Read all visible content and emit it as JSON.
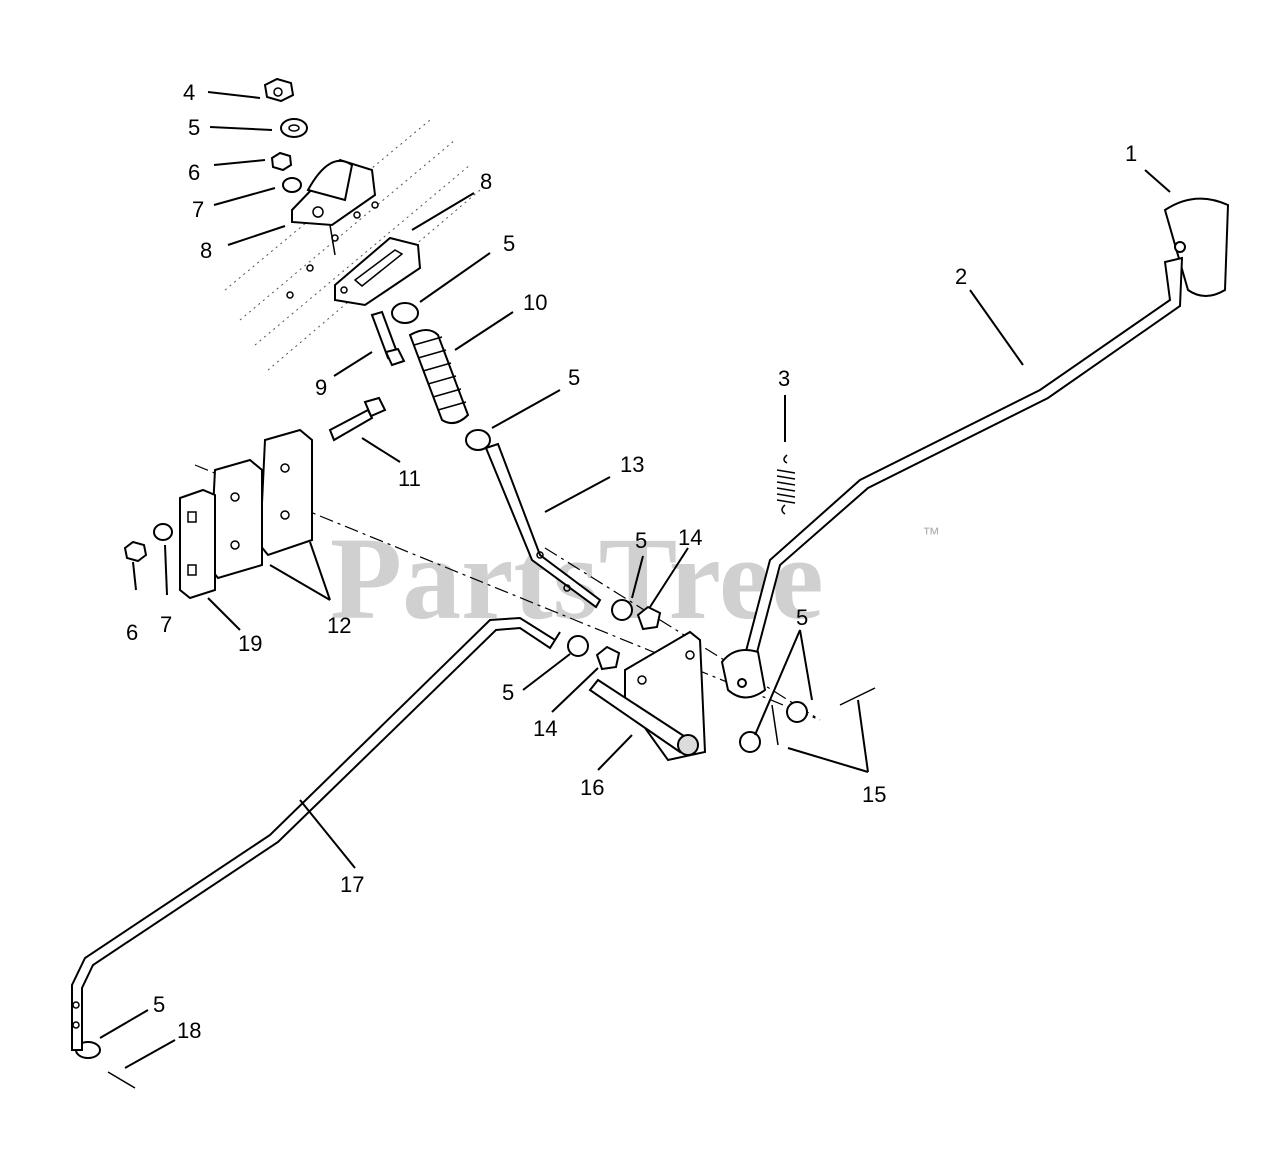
{
  "watermark": {
    "brand": "PartsTree",
    "trademark": "™"
  },
  "callouts": {
    "part_1": "1",
    "part_2": "2",
    "part_3": "3",
    "part_4": "4",
    "part_5": "5",
    "part_6": "6",
    "part_7": "7",
    "part_8": "8",
    "part_9": "9",
    "part_10": "10",
    "part_11": "11",
    "part_12": "12",
    "part_13": "13",
    "part_14": "14",
    "part_15": "15",
    "part_16": "16",
    "part_17": "17",
    "part_18": "18",
    "part_19": "19"
  }
}
